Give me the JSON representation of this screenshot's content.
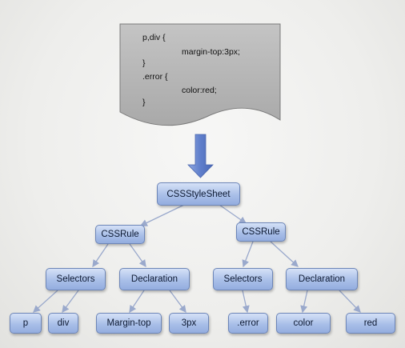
{
  "document": {
    "code_lines": [
      "p,div {",
      "margin-top:3px;",
      "}",
      ".error {",
      "color:red;",
      "}"
    ]
  },
  "tree": {
    "root": "CSSStyleSheet",
    "rules": [
      {
        "label": "CSSRule",
        "selectors": {
          "label": "Selectors",
          "items": [
            "p",
            "div"
          ]
        },
        "declaration": {
          "label": "Declaration",
          "items": [
            "Margin-top",
            "3px"
          ]
        }
      },
      {
        "label": "CSSRule",
        "selectors": {
          "label": "Selectors",
          "items": [
            ".error"
          ]
        },
        "declaration": {
          "label": "Declaration",
          "items": [
            "color",
            "red"
          ]
        }
      }
    ]
  },
  "colors": {
    "node_fill": "#a9bfe8",
    "node_border": "#6d86b8",
    "arrow": "#5b79c7",
    "connector": "#9aa9cc",
    "document_fill": "#b5b5b5"
  }
}
